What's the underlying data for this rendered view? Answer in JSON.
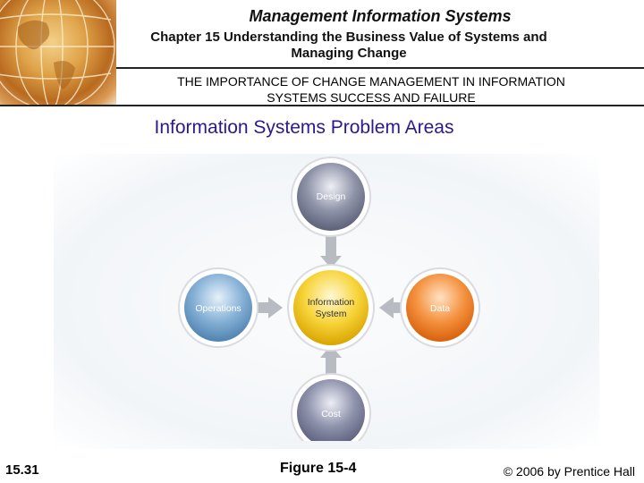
{
  "header": {
    "title": "Management Information Systems",
    "subtitle_line1": "Chapter 15 Understanding the Business Value of Systems and",
    "subtitle_line2": "Managing Change",
    "section_line1": "THE IMPORTANCE OF CHANGE MANAGEMENT IN INFORMATION",
    "section_line2": "SYSTEMS SUCCESS AND FAILURE",
    "globe_icon": "globe-icon"
  },
  "figure": {
    "title": "Information Systems Problem Areas",
    "nodes": {
      "center": {
        "line1": "Information",
        "line2": "System"
      },
      "top": {
        "label": "Design"
      },
      "left": {
        "label": "Operations"
      },
      "right": {
        "label": "Data"
      },
      "bottom": {
        "label": "Cost"
      }
    },
    "colors": {
      "center": "#f2c200",
      "top": "#7a7e93",
      "left": "#6f9ec6",
      "right": "#ef7d1e",
      "bottom": "#7a7e99",
      "arrow": "#b8bcc2",
      "label_light": "#ffffff",
      "label_dark": "#333333"
    }
  },
  "footer": {
    "slide_number": "15.31",
    "figure_ref": "Figure 15-4",
    "copyright": "© 2006 by Prentice Hall"
  }
}
